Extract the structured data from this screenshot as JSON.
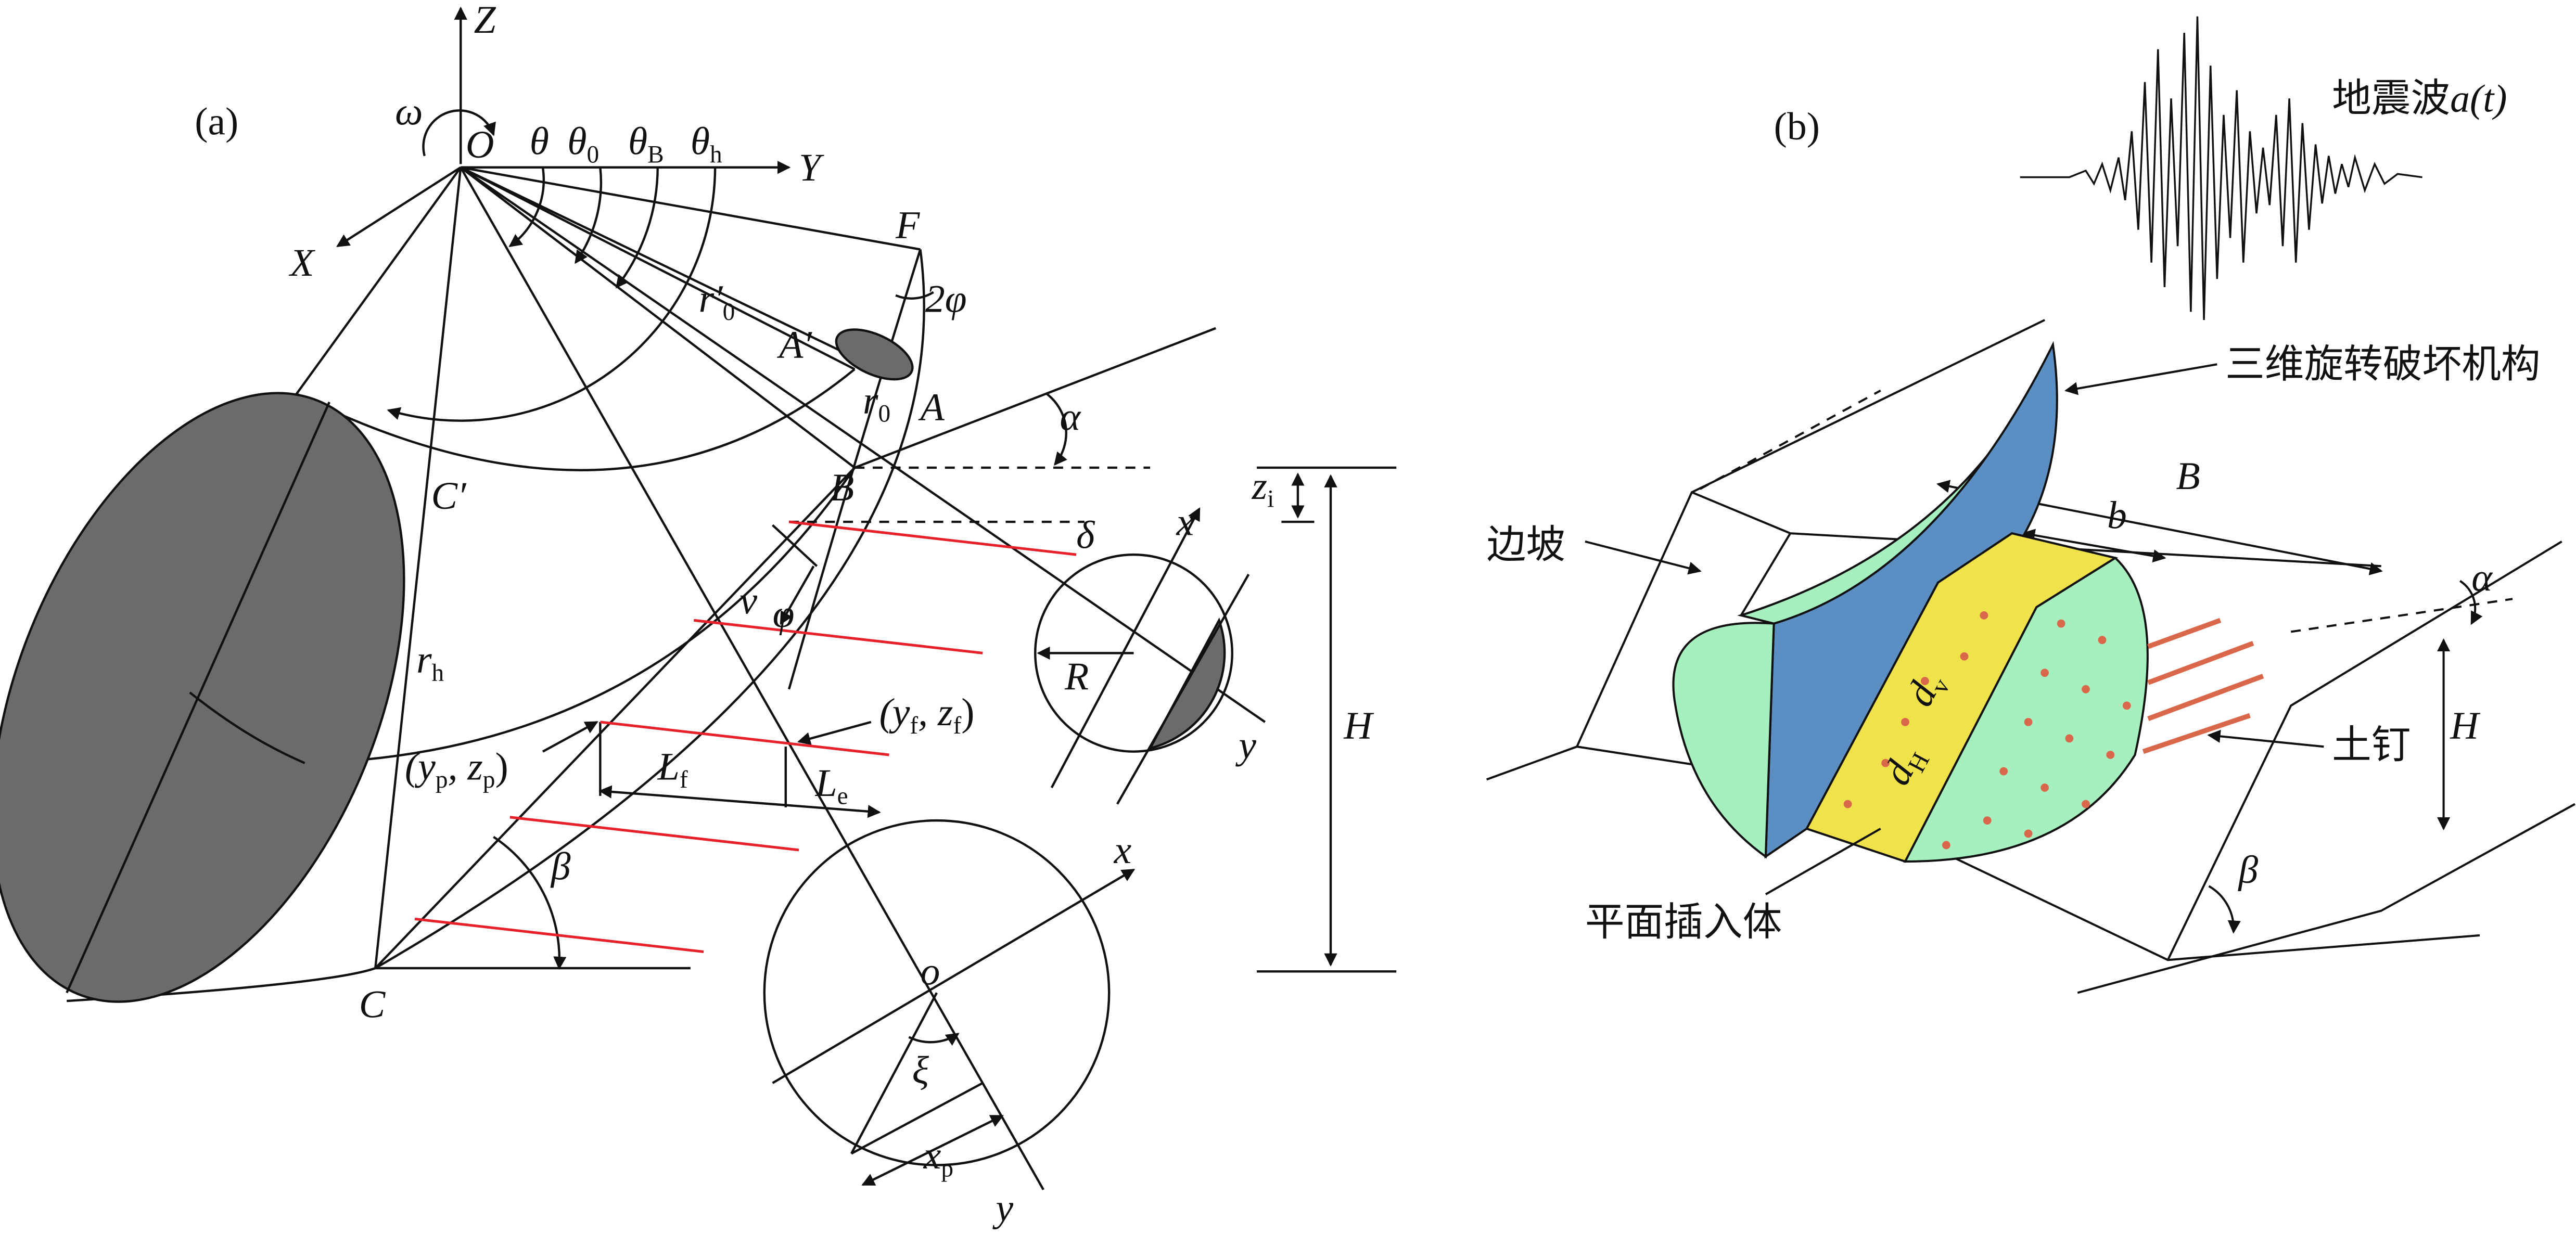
{
  "panel_a": {
    "label": "(a)",
    "axes": {
      "z": "Z",
      "y": "Y",
      "x": "X",
      "origin": "O",
      "omega": "ω"
    },
    "angles": {
      "theta": "θ",
      "theta0": "θ",
      "theta0_sub": "0",
      "thetaB": "θ",
      "thetaB_sub": "B",
      "thetah": "θ",
      "thetah_sub": "h"
    },
    "points": {
      "F": "F",
      "A_prime": "A′",
      "A": "A",
      "B": "B",
      "C_prime": "C′",
      "C": "C",
      "o_small": "o"
    },
    "labels": {
      "two_phi": "2φ",
      "r0_prime": "r′",
      "r0_prime_sub": "0",
      "r0": "r",
      "r0_sub": "0",
      "rh": "r",
      "rh_sub": "h",
      "alpha": "α",
      "delta": "δ",
      "v": "v",
      "phi": "φ",
      "R": "R",
      "x_upper": "x",
      "y_upper": "y",
      "zi": "z",
      "zi_sub": "i",
      "H": "H",
      "yp_zp": "(y",
      "p_sub": "p",
      "zp_mid": ", z",
      "close_p": ")",
      "yf_zf": "(y",
      "f_sub": "f",
      "zf_mid": ", z",
      "close_f": ")",
      "Lf": "L",
      "Lf_sub": "f",
      "Le": "L",
      "Le_sub": "e",
      "beta": "β",
      "x_lower": "x",
      "y_lower": "y",
      "xi": "ξ",
      "xp": "x",
      "xp_sub": "p"
    }
  },
  "panel_b": {
    "label": "(b)",
    "seismic_wave": "地震波",
    "seismic_func": "a(t)",
    "mechanism": "三维旋转破坏机构",
    "slope": "边坡",
    "soil_nail": "土钉",
    "insert": "平面插入体",
    "B": "B",
    "b": "b",
    "alpha": "α",
    "H": "H",
    "beta": "β",
    "dv": "d",
    "dv_sub": "v",
    "dH": "d",
    "dH_sub": "H"
  },
  "colors": {
    "ellipse_fill": "#6b6b6b",
    "nail_red": "#e8202a",
    "mechanism_blue": "#5b8fc4",
    "mechanism_green": "#a6f0c0",
    "insert_yellow": "#f0e24a",
    "nail_orange": "#d9684a"
  }
}
